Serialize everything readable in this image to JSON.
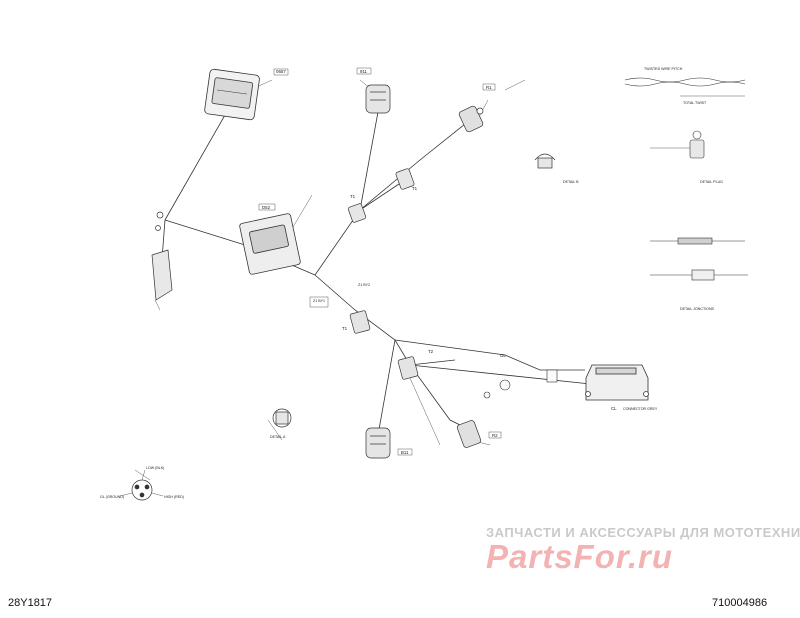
{
  "document": {
    "code_left": "28Y1817",
    "code_right": "710004986"
  },
  "watermark": {
    "tagline": "ЗАПЧАСТИ И АКСЕССУАРЫ ДЛЯ МОТОТЕХНИКИ",
    "logo": "PartsFor.ru"
  },
  "labels": {
    "box_instr": "0657",
    "box_ecu": "D52",
    "box_hl": "911",
    "box_hr": "B11",
    "box_tl": "R1",
    "box_tr": "R2",
    "box_t1a": "T1",
    "box_t1b": "T1",
    "box_t1c": "T1",
    "box_t2": "T2",
    "box_splice1": "Z1 BY1",
    "box_splice2": "Z1 BY2",
    "box_gl": "GL",
    "box_cl": "CL",
    "detail_a": "DETAIL A",
    "detail_b": "DETAIL B",
    "detail_junctions": "DETAIL JONCTIONS",
    "detail_plug": "DETAIL PLUG",
    "twisted": "TWISTED WIRE PITCH",
    "total_twist": "TOTAL TWIST",
    "ground": "GL (GROUND)",
    "high": "HIGH (RED)",
    "low": "LOW (BLK)",
    "connector_grey": "CONNECTOR GREY"
  },
  "colors": {
    "line": "#333333",
    "watermark_grey": "#c9c9c9",
    "watermark_red": "#f3b3b3"
  }
}
